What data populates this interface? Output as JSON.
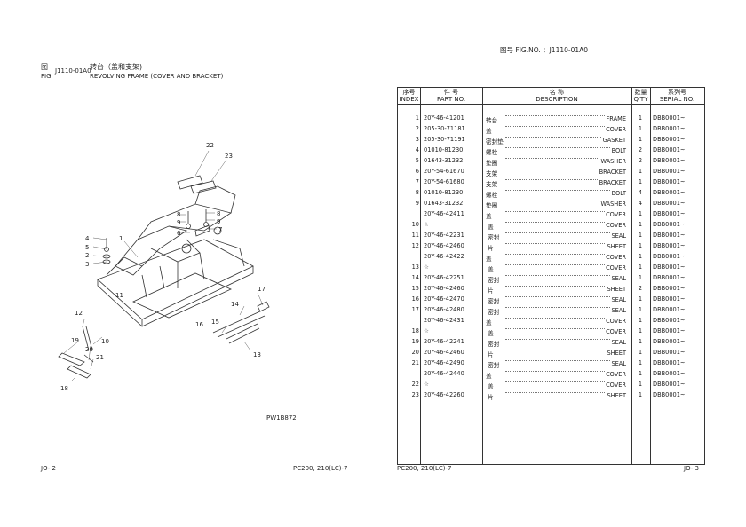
{
  "left_page": {
    "fig_cn": "图",
    "fig_en": "FIG.",
    "fig_code": "J1110-01A0",
    "title_cn": "转台（盖和支架)",
    "title_en": "REVOLVING FRAME (COVER AND BRACKET)",
    "drawing_code": "PW1B872",
    "callouts": [
      "22",
      "23",
      "8",
      "9",
      "8",
      "9",
      "6",
      "7",
      "4",
      "5",
      "2",
      "3",
      "1",
      "17",
      "14",
      "12",
      "15",
      "16",
      "10",
      "13",
      "19",
      "20",
      "21",
      "18",
      "11"
    ],
    "footer_left": "JO- 2",
    "footer_right": "PC200, 210(LC)-7"
  },
  "right_page": {
    "header": "图号  FIG.NO.  ：J1110-01A0",
    "columns": {
      "index_cn": "序号",
      "index_en": "INDEX",
      "part_cn": "件    号",
      "part_en": "PART NO.",
      "desc_cn": "名          称",
      "desc_en": "DESCRIPTION",
      "qty_cn": "数量",
      "qty_en": "Q'TY",
      "serial_cn": "系列号",
      "serial_en": "SERIAL NO."
    },
    "rows": [
      {
        "idx": "1",
        "pn": "20Y-46-41201",
        "cn": "转台",
        "en": "FRAME",
        "qty": "1",
        "ser": "DBB0001~"
      },
      {
        "idx": "2",
        "pn": "205-30-71181",
        "cn": "盖",
        "en": "COVER",
        "qty": "1",
        "ser": "DBB0001~"
      },
      {
        "idx": "3",
        "pn": "205-30-71191",
        "cn": "密封垫",
        "en": "GASKET",
        "qty": "1",
        "ser": "DBB0001~"
      },
      {
        "idx": "4",
        "pn": "01010-81230",
        "cn": "螺栓",
        "en": "BOLT",
        "qty": "2",
        "ser": "DBB0001~"
      },
      {
        "idx": "5",
        "pn": "01643-31232",
        "cn": "垫圈",
        "en": "WASHER",
        "qty": "2",
        "ser": "DBB0001~"
      },
      {
        "idx": "6",
        "pn": "20Y-54-61670",
        "cn": "支架",
        "en": "BRACKET",
        "qty": "1",
        "ser": "DBB0001~"
      },
      {
        "idx": "7",
        "pn": "20Y-54-61680",
        "cn": "支架",
        "en": "BRACKET",
        "qty": "1",
        "ser": "DBB0001~"
      },
      {
        "idx": "8",
        "pn": "01010-81230",
        "cn": "螺栓",
        "en": "BOLT",
        "qty": "4",
        "ser": "DBB0001~"
      },
      {
        "idx": "9",
        "pn": "01643-31232",
        "cn": "垫圈",
        "en": "WASHER",
        "qty": "4",
        "ser": "DBB0001~"
      },
      {
        "idx": "",
        "pn": "20Y-46-42411",
        "cn": "盖",
        "en": "COVER",
        "qty": "1",
        "ser": "DBB0001~"
      },
      {
        "idx": "10",
        "pn": "☆",
        "cn": " 盖",
        "en": "COVER",
        "qty": "1",
        "ser": "DBB0001~"
      },
      {
        "idx": "11",
        "pn": "20Y-46-42231",
        "cn": " 密封",
        "en": "SEAL",
        "qty": "1",
        "ser": "DBB0001~"
      },
      {
        "idx": "12",
        "pn": "20Y-46-42460",
        "cn": " 片",
        "en": "SHEET",
        "qty": "1",
        "ser": "DBB0001~"
      },
      {
        "idx": "",
        "pn": "20Y-46-42422",
        "cn": "盖",
        "en": "COVER",
        "qty": "1",
        "ser": "DBB0001~"
      },
      {
        "idx": "13",
        "pn": "☆",
        "cn": " 盖",
        "en": "COVER",
        "qty": "1",
        "ser": "DBB0001~"
      },
      {
        "idx": "14",
        "pn": "20Y-46-42251",
        "cn": " 密封",
        "en": "SEAL",
        "qty": "1",
        "ser": "DBB0001~"
      },
      {
        "idx": "15",
        "pn": "20Y-46-42460",
        "cn": " 片",
        "en": "SHEET",
        "qty": "2",
        "ser": "DBB0001~"
      },
      {
        "idx": "16",
        "pn": "20Y-46-42470",
        "cn": " 密封",
        "en": "SEAL",
        "qty": "1",
        "ser": "DBB0001~"
      },
      {
        "idx": "17",
        "pn": "20Y-46-42480",
        "cn": " 密封",
        "en": "SEAL",
        "qty": "1",
        "ser": "DBB0001~"
      },
      {
        "idx": "",
        "pn": "20Y-46-42431",
        "cn": "盖",
        "en": "COVER",
        "qty": "1",
        "ser": "DBB0001~"
      },
      {
        "idx": "18",
        "pn": "☆",
        "cn": " 盖",
        "en": "COVER",
        "qty": "1",
        "ser": "DBB0001~"
      },
      {
        "idx": "19",
        "pn": "20Y-46-42241",
        "cn": " 密封",
        "en": "SEAL",
        "qty": "1",
        "ser": "DBB0001~"
      },
      {
        "idx": "20",
        "pn": "20Y-46-42460",
        "cn": " 片",
        "en": "SHEET",
        "qty": "1",
        "ser": "DBB0001~"
      },
      {
        "idx": "21",
        "pn": "20Y-46-42490",
        "cn": " 密封",
        "en": "SEAL",
        "qty": "1",
        "ser": "DBB0001~"
      },
      {
        "idx": "",
        "pn": "20Y-46-42440",
        "cn": "盖",
        "en": "COVER",
        "qty": "1",
        "ser": "DBB0001~"
      },
      {
        "idx": "22",
        "pn": "☆",
        "cn": " 盖",
        "en": "COVER",
        "qty": "1",
        "ser": "DBB0001~"
      },
      {
        "idx": "23",
        "pn": "20Y-46-42260",
        "cn": " 片",
        "en": "SHEET",
        "qty": "1",
        "ser": "DBB0001~"
      }
    ],
    "footer_left": "PC200, 210(LC)-7",
    "footer_right": "JO- 3"
  }
}
